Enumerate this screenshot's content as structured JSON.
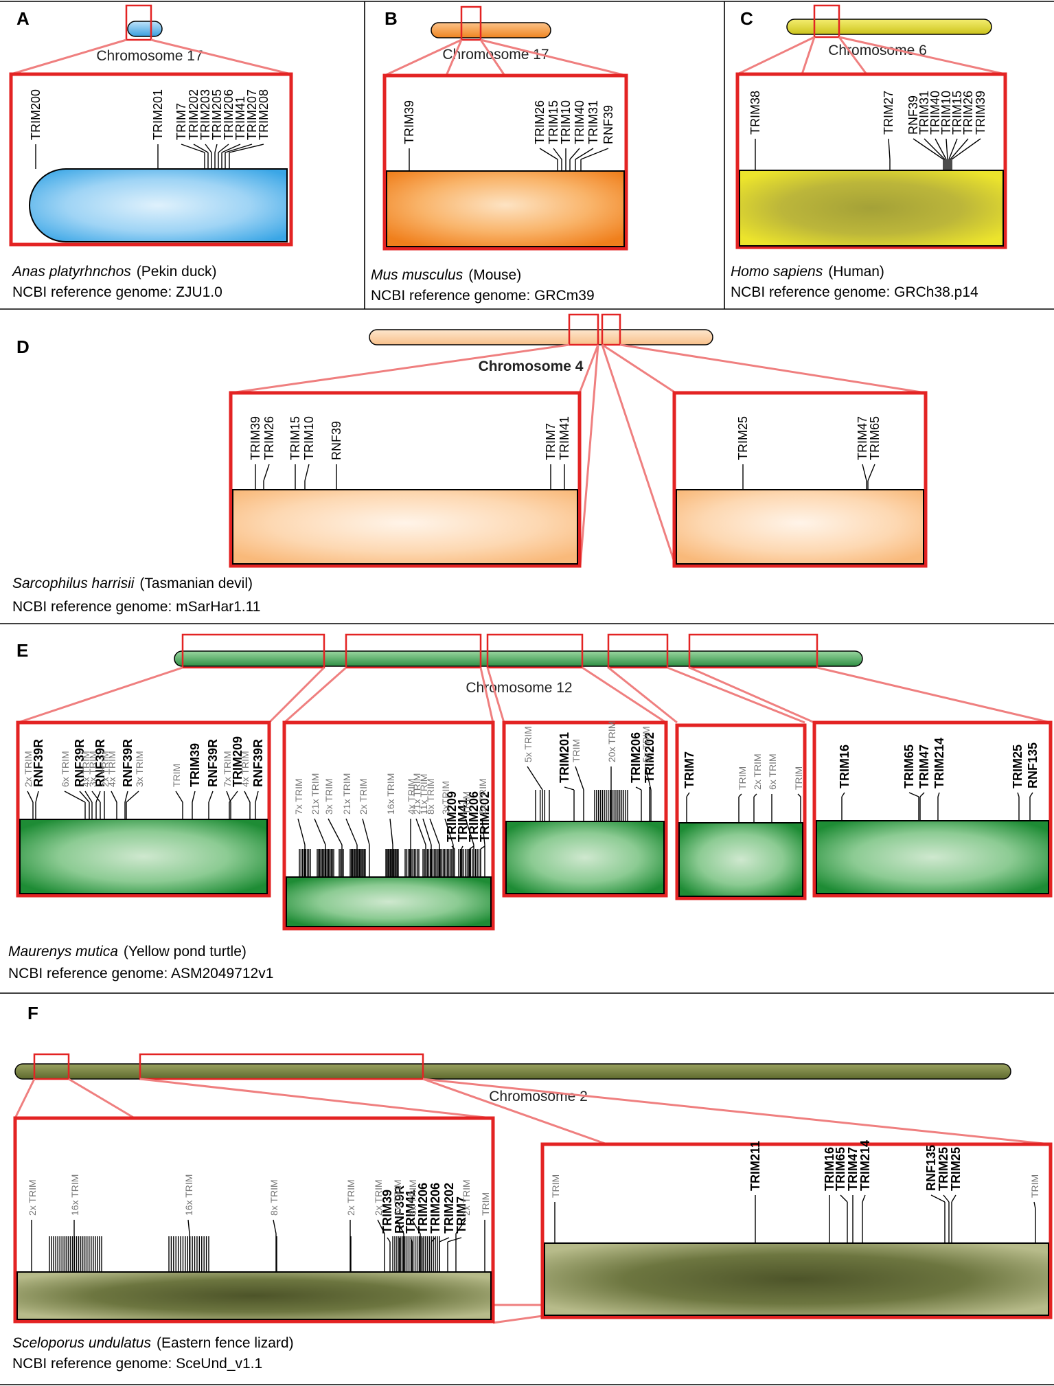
{
  "panels": {
    "A": {
      "letter": "A",
      "chromosome": "Chromosome 17",
      "species_italic": "Anas platyrhnchos",
      "common": "(Pekin duck)",
      "genome": "NCBI reference genome: ZJU1.0",
      "color": "#4fb1e8",
      "genes": [
        "TRIM200",
        "TRIM201",
        "TRIM7",
        "TRIM202",
        "TRIM203",
        "TRIM205",
        "TRIM206",
        "TRIM41",
        "TRIM207",
        "TRIM208"
      ]
    },
    "B": {
      "letter": "B",
      "chromosome": "Chromosome 17",
      "species_italic": "Mus musculus",
      "common": "(Mouse)",
      "genome": "NCBI reference genome: GRCm39",
      "color": "#f39233",
      "genes": [
        "TRIM39",
        "TRIM26",
        "TRIM15",
        "TRIM10",
        "TRIM40",
        "TRIM31",
        "RNF39"
      ]
    },
    "C": {
      "letter": "C",
      "chromosome": "Chromosome 6",
      "species_italic": "Homo sapiens",
      "common": "(Human)",
      "genome": "NCBI reference genome: GRCh38.p14",
      "color": "#e3da2c",
      "genes": [
        "TRIM38",
        "TRIM27",
        "RNF39",
        "TRIM31",
        "TRIM40",
        "TRIM10",
        "TRIM15",
        "TRIM26",
        "TRIM39"
      ]
    },
    "D": {
      "letter": "D",
      "chromosome": "Chromosome 4",
      "species_italic": "Sarcophilus harrisii",
      "common": "(Tasmanian devil)",
      "genome": "NCBI reference genome: mSarHar1.11",
      "color": "#fcc99a",
      "genes_left": [
        "TRIM39",
        "TRIM26",
        "TRIM15",
        "TRIM10",
        "RNF39",
        "TRIM7",
        "TRIM41"
      ],
      "genes_right": [
        "TRIM25",
        "TRIM47",
        "TRIM65"
      ]
    },
    "E": {
      "letter": "E",
      "chromosome": "Chromosome 12",
      "species_italic": "Maurenys mutica",
      "common": "(Yellow pond turtle)",
      "genome": "NCBI reference genome: ASM2049712v1",
      "color": "#2f9a45",
      "inset1": {
        "black": [
          "RNF39R",
          "RNF39R",
          "RNF39R",
          "RNF39R",
          "TRIM39",
          "RNF39R",
          "TRIM209",
          "RNF39R"
        ],
        "gray": [
          "2x TRIM",
          "6x TRIM",
          "4x TRIM",
          "3x TRIM",
          "2x TRIM",
          "4x TRIM",
          "3x TRIM",
          "TRIM",
          "7x TRIM",
          "4x TRIM"
        ]
      },
      "inset2": {
        "black": [
          "TRIM209",
          "TRIM41",
          "TRIM206",
          "TRIM202"
        ],
        "gray": [
          "7x TRIM",
          "21x TRIM",
          "3x TRIM",
          "21x TRIM",
          "2x TRIM",
          "16x TRIM",
          "4x TRIM",
          "21x TRIM",
          "11x TRIM",
          "8x TRIM",
          "3xTRIM",
          "TRIM",
          "5x TRIM"
        ]
      },
      "inset3": {
        "black": [
          "TRIM201",
          "TRIM206",
          "TRIM202"
        ],
        "gray": [
          "5x TRIM",
          "TRIM",
          "20x TRIM",
          "5x TRIM"
        ]
      },
      "inset4": {
        "black": [
          "TRIM7"
        ],
        "gray": [
          "TRIM",
          "2x TRIM",
          "6x TRIM",
          "TRIM"
        ]
      },
      "inset5": {
        "black": [
          "TRIM16",
          "TRIM65",
          "TRIM47",
          "TRIM214",
          "TRIM25",
          "RNF135"
        ]
      }
    },
    "F": {
      "letter": "F",
      "chromosome": "Chromosome 2",
      "species_italic": "Sceloporus undulatus",
      "common": "(Eastern fence lizard)",
      "genome": "NCBI reference genome: SceUnd_v1.1",
      "color": "#6f7a3a",
      "inset1": {
        "black": [
          "TRIM39",
          "RNF39R",
          "TRIM41",
          "TRIM206",
          "TRIM206",
          "TRIM202",
          "TRIM7"
        ],
        "gray": [
          "2x TRIM",
          "16x TRIM",
          "16x TRIM",
          "8x TRIM",
          "2x TRIM",
          "2x TRIM",
          "6x TRIM",
          "6x TRIM",
          "2x TRIM",
          "TRIM"
        ]
      },
      "inset2": {
        "black": [
          "TRIM211",
          "TRIM16",
          "TRIM65",
          "TRIM47",
          "TRIM214",
          "RNF135",
          "TRIM25",
          "TRIM25"
        ],
        "gray": [
          "TRIM",
          "TRIM"
        ]
      }
    }
  }
}
